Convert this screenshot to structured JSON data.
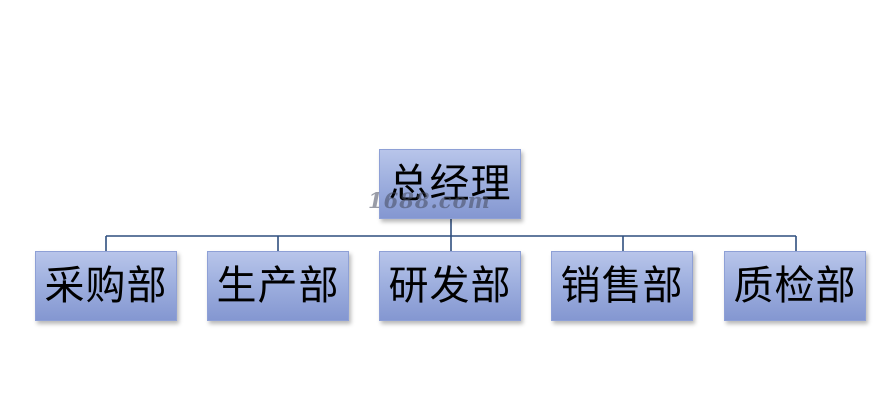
{
  "org_chart": {
    "root": {
      "label": "总经理"
    },
    "departments": [
      {
        "label": "采购部"
      },
      {
        "label": "生产部"
      },
      {
        "label": "研发部"
      },
      {
        "label": "销售部"
      },
      {
        "label": "质检部"
      }
    ],
    "connector_color": "#2f4f7f"
  },
  "watermark": {
    "text": "1688.com"
  }
}
